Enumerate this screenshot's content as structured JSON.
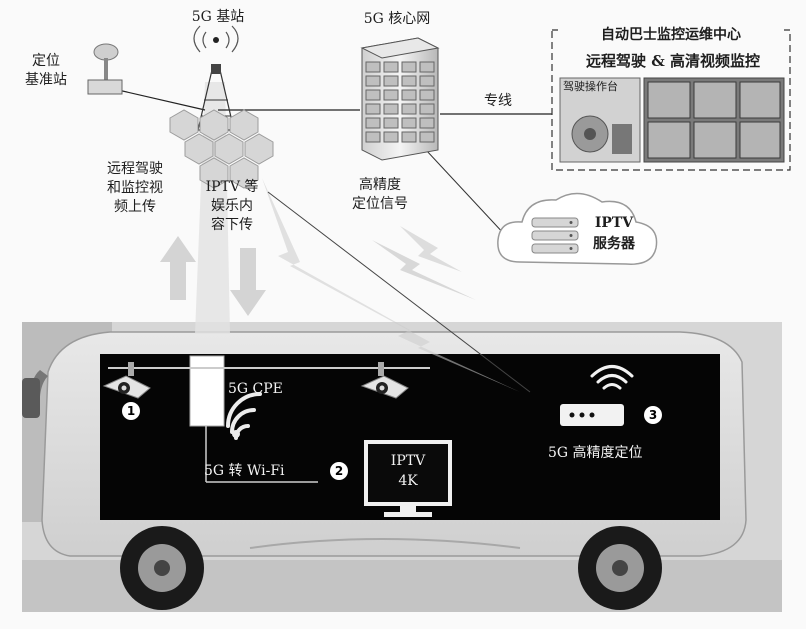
{
  "top": {
    "base_station": "5G 基站",
    "core_network": "5G 核心网",
    "positioning_station": [
      "定位",
      "基准站"
    ],
    "center_title": "自动巴士监控运维中心",
    "center_subtitle": "远程驾驶 & 高清视频监控",
    "console_label": "驾驶操作台",
    "dedicated_line": "专线",
    "upload": [
      "远程驾驶",
      "和监控视",
      "频上传"
    ],
    "iptv_download": [
      "IPTV 等",
      "娱乐内",
      "容下传"
    ],
    "hd_signal": [
      "高精度",
      "定位信号"
    ],
    "iptv_server": [
      "IPTV",
      "服务器"
    ]
  },
  "bus": {
    "cpe": "5G CPE",
    "wifi": "5G 转 Wi-Fi",
    "tv": [
      "IPTV",
      "4K"
    ],
    "hd_positioning": "5G 高精度定位",
    "markers": [
      "1",
      "2",
      "3"
    ]
  },
  "icons": [
    "gnss-antenna-icon",
    "cell-tower-icon",
    "server-rack-icon",
    "cloud-icon",
    "camera-icon",
    "wifi-icon",
    "tv-icon",
    "router-icon",
    "lightning-icon",
    "arrow-icon"
  ]
}
